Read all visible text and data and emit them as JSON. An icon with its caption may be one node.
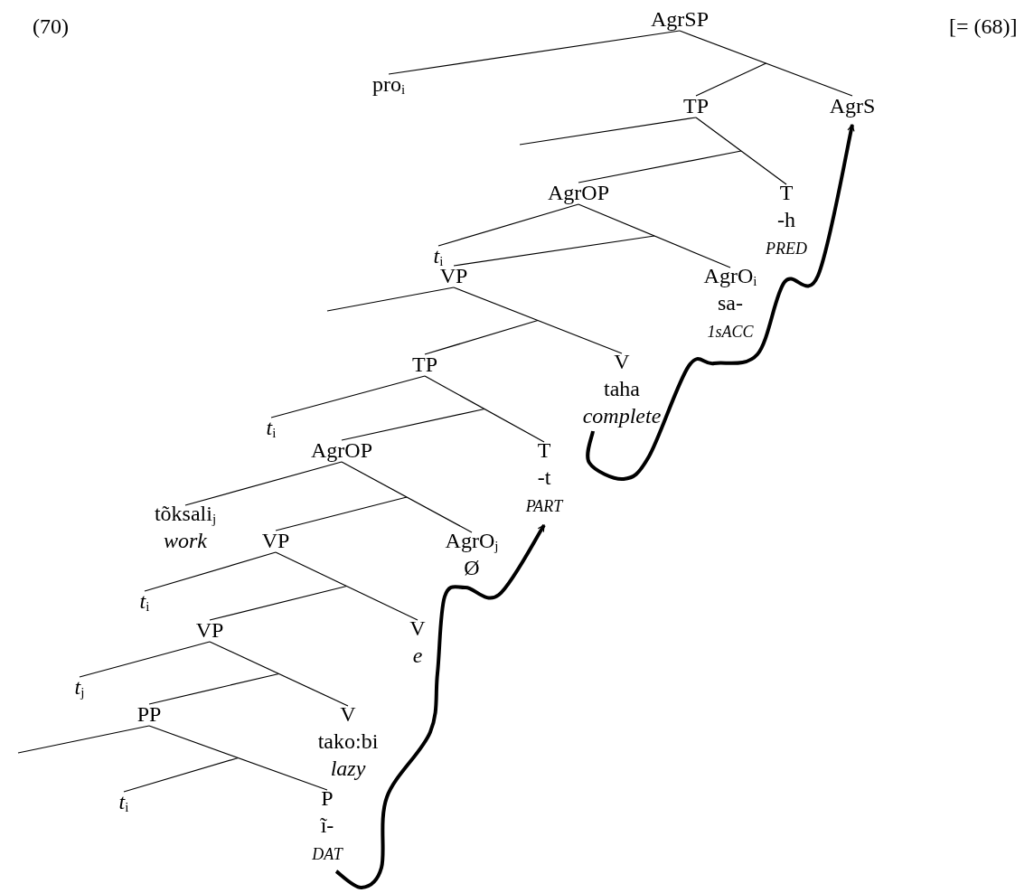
{
  "diagram": {
    "nodes": [
      {
        "text": [
          "AgrSP"
        ]
      },
      {
        "text": [
          "pro$_{i}$"
        ]
      },
      {
        "text": [
          "TP"
        ]
      },
      {
        "text": [
          "AgrS"
        ]
      },
      {
        "text": [
          "AgrOP"
        ]
      },
      {
        "text": [
          "T",
          "-h",
          "PRED"
        ]
      },
      {
        "text": [
          "*t*$_{i}$"
        ]
      },
      {
        "text": [
          "VP"
        ]
      },
      {
        "text": [
          "AgrO$_{i}$",
          "sa-",
          "1sACC"
        ]
      },
      {
        "text": [
          "TP"
        ]
      },
      {
        "text": [
          "V",
          "taha",
          "complete"
        ]
      },
      {
        "text": [
          "*t*$_{i}$"
        ]
      },
      {
        "text": [
          "AgrOP"
        ]
      },
      {
        "text": [
          "T",
          "-t",
          "PART"
        ]
      },
      {
        "text": [
          "tõksali$_{j}$",
          "work"
        ]
      },
      {
        "text": [
          "VP"
        ]
      },
      {
        "text": [
          "AgrO$_{j}$",
          "Ø"
        ]
      },
      {
        "text": [
          "*t*$_{i}$"
        ]
      },
      {
        "text": [
          "VP"
        ]
      },
      {
        "text": [
          "V",
          "e"
        ]
      },
      {
        "text": [
          "*t*$_{j}$"
        ]
      },
      {
        "text": [
          "PP"
        ]
      },
      {
        "text": [
          "V",
          "tako:bi",
          "lazy"
        ]
      },
      {
        "text": [
          "*t*$_{i}$"
        ]
      },
      {
        "text": [
          "P",
          "ĩ-",
          "DAT"
        ]
      }
    ],
    "edges": [
      {
        "from": 0,
        "to": 1,
        "arrow": "none"
      },
      {
        "from": 0,
        "to": 3,
        "arrow": "none"
      },
      {
        "from": null,
        "to": 2,
        "arrow": "none"
      },
      {
        "from": 2,
        "to": null,
        "arrow": "none"
      },
      {
        "from": 2,
        "to": 5,
        "arrow": "none"
      },
      {
        "from": null,
        "to": 4,
        "arrow": "none"
      },
      {
        "from": 4,
        "to": 6,
        "arrow": "none"
      },
      {
        "from": 4,
        "to": 8,
        "arrow": "none"
      },
      {
        "from": null,
        "to": 7,
        "arrow": "none"
      },
      {
        "from": 7,
        "to": null,
        "arrow": "none"
      },
      {
        "from": 7,
        "to": 10,
        "arrow": "none"
      },
      {
        "from": null,
        "to": 9,
        "arrow": "none"
      },
      {
        "from": 9,
        "to": 11,
        "arrow": "none"
      },
      {
        "from": 9,
        "to": 13,
        "arrow": "none"
      },
      {
        "from": null,
        "to": 12,
        "arrow": "none"
      },
      {
        "from": 12,
        "to": 14,
        "arrow": "none"
      },
      {
        "from": 12,
        "to": 16,
        "arrow": "none"
      },
      {
        "from": null,
        "to": 15,
        "arrow": "none"
      },
      {
        "from": 15,
        "to": 17,
        "arrow": "none"
      },
      {
        "from": 15,
        "to": 19,
        "arrow": "none"
      },
      {
        "from": null,
        "to": 18,
        "arrow": "none"
      },
      {
        "from": 18,
        "to": 20,
        "arrow": "none"
      },
      {
        "from": 18,
        "to": 22,
        "arrow": "none"
      },
      {
        "from": null,
        "to": 21,
        "arrow": "none"
      },
      {
        "from": 21,
        "to": null,
        "arrow": "none"
      },
      {
        "from": 21,
        "to": 24,
        "arrow": "none"
      },
      {
        "from": null,
        "to": 23,
        "arrow": "none"
      },
      {
        "from": 24,
        "to": 13,
        "arrow": "to",
        "style": "thick"
      },
      {
        "from": 10,
        "to": 3,
        "arrow": "to",
        "style": "thick"
      }
    ],
    "labels": [
      "(70)",
      "[= (68)]"
    ]
  }
}
